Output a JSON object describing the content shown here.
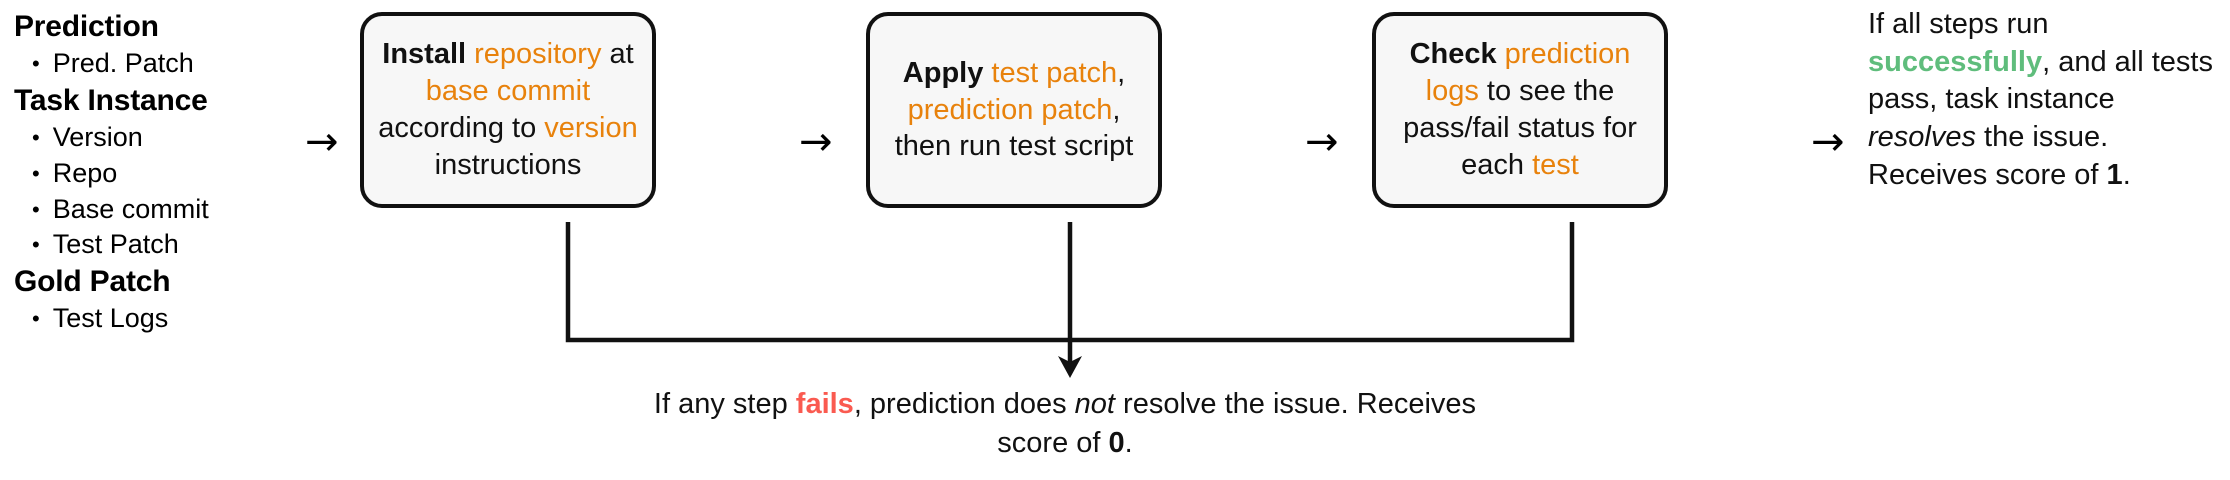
{
  "colors": {
    "highlight_orange": "#e8820c",
    "success_green": "#5fbd7c",
    "failure_red": "#fa5a50",
    "box_fill": "#f7f7f7",
    "box_border": "#111111",
    "text": "#111111"
  },
  "inputs": {
    "groups": [
      {
        "heading": "Prediction",
        "items": [
          "Pred. Patch"
        ]
      },
      {
        "heading": "Task Instance",
        "items": [
          "Version",
          "Repo",
          "Base commit",
          "Test Patch"
        ]
      },
      {
        "heading": "Gold Patch",
        "items": [
          "Test Logs"
        ]
      }
    ],
    "bullet_glyph": "•"
  },
  "arrow_glyph": "→",
  "arrows": [
    {
      "name": "arrow-inputs-to-install"
    },
    {
      "name": "arrow-install-to-apply"
    },
    {
      "name": "arrow-apply-to-check"
    },
    {
      "name": "arrow-check-to-outcome"
    }
  ],
  "steps": [
    {
      "id": "install",
      "plain_text": "Install repository at base commit according to version instructions",
      "runs": [
        {
          "text": "Install",
          "style": "bold"
        },
        {
          "text": " ",
          "style": "plain"
        },
        {
          "text": "repository",
          "style": "orange"
        },
        {
          "text": " at ",
          "style": "plain"
        },
        {
          "text": "base commit",
          "style": "orange"
        },
        {
          "text": " according to ",
          "style": "plain"
        },
        {
          "text": "version",
          "style": "orange"
        },
        {
          "text": " instructions",
          "style": "plain"
        }
      ]
    },
    {
      "id": "apply",
      "plain_text": "Apply test patch, prediction patch, then run test script",
      "runs": [
        {
          "text": "Apply",
          "style": "bold"
        },
        {
          "text": " ",
          "style": "plain"
        },
        {
          "text": "test patch",
          "style": "orange"
        },
        {
          "text": ", ",
          "style": "plain"
        },
        {
          "text": "prediction patch",
          "style": "orange"
        },
        {
          "text": ", then run test script",
          "style": "plain"
        }
      ]
    },
    {
      "id": "check",
      "plain_text": "Check prediction logs to see the pass/fail status for each test",
      "runs": [
        {
          "text": "Check",
          "style": "bold"
        },
        {
          "text": " ",
          "style": "plain"
        },
        {
          "text": "prediction logs",
          "style": "orange"
        },
        {
          "text": " to see the pass/fail status for each ",
          "style": "plain"
        },
        {
          "text": "test",
          "style": "orange"
        }
      ]
    }
  ],
  "outcome_success": {
    "plain_text": "If all steps run successfully, and all tests pass, task instance resolves the issue. Receives score of 1.",
    "runs": [
      {
        "text": "If all steps run ",
        "style": "plain"
      },
      {
        "text": "successfully",
        "style": "green-bold"
      },
      {
        "text": ", and all tests pass, task instance ",
        "style": "plain"
      },
      {
        "text": "resolves",
        "style": "italic"
      },
      {
        "text": " the issue. Receives score of ",
        "style": "plain"
      },
      {
        "text": "1",
        "style": "bold"
      },
      {
        "text": ".",
        "style": "plain"
      }
    ]
  },
  "outcome_failure": {
    "plain_text": "If any step fails, prediction does not resolve the issue. Receives score of 0.",
    "runs": [
      {
        "text": "If any step ",
        "style": "plain"
      },
      {
        "text": "fails",
        "style": "red-bold"
      },
      {
        "text": ", prediction does ",
        "style": "plain"
      },
      {
        "text": "not",
        "style": "italic"
      },
      {
        "text": " resolve the issue. Receives score of ",
        "style": "plain"
      },
      {
        "text": "0",
        "style": "bold"
      },
      {
        "text": ".",
        "style": "plain"
      }
    ]
  }
}
